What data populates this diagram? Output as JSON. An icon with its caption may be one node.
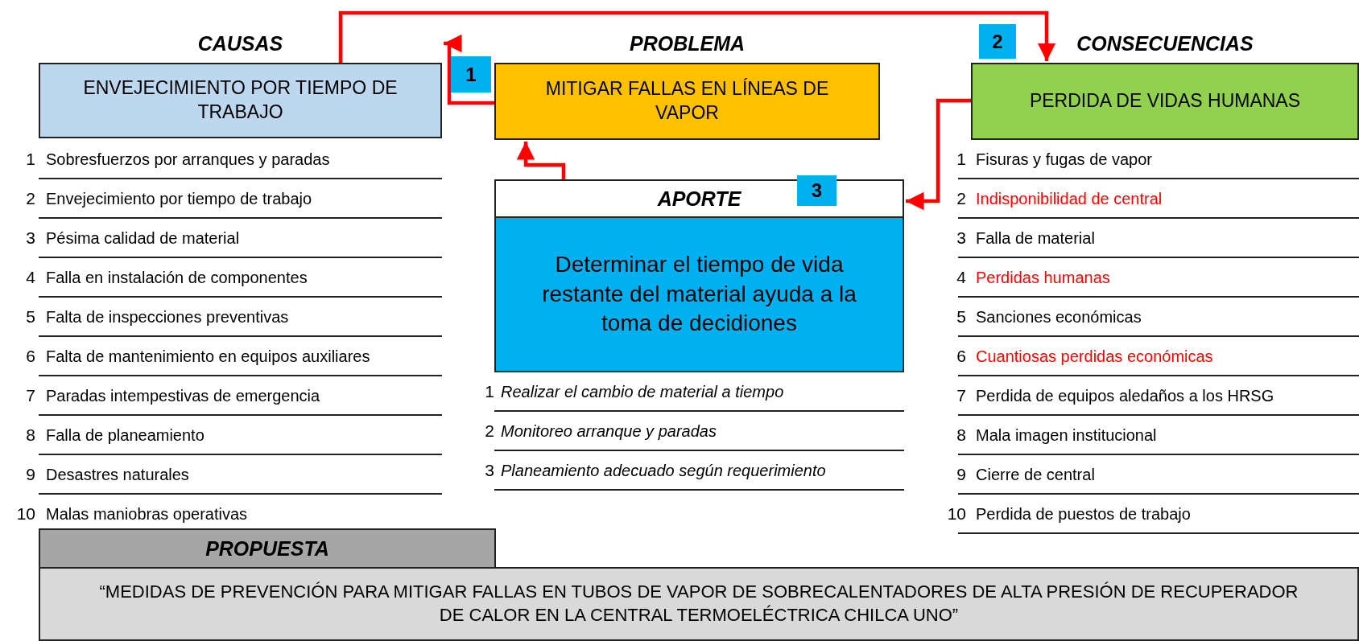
{
  "diagram": {
    "nodes": [
      {
        "text": [
          "CAUSAS",
          "ENVEJECIMIENTO POR TIEMPO DE TRABAJO"
        ]
      },
      {
        "text": [
          "PROBLEMA",
          "MITIGAR FALLAS EN LÍNEAS DE VAPOR"
        ]
      },
      {
        "text": [
          "CONSECUENCIAS",
          "PERDIDA DE VIDAS HUMANAS"
        ]
      },
      {
        "text": [
          "APORTE",
          "Determinar el tiempo de vida restante del material ayuda a la toma de decidiones"
        ]
      },
      {
        "text": [
          "PROPUESTA",
          "“MEDIDAS DE PREVENCIÓN PARA MITIGAR FALLAS EN TUBOS DE VAPOR DE SOBRECALENTADORES DE ALTA PRESIÓN DE RECUPERADOR DE CALOR EN LA CENTRAL TERMOELÉCTRICA CHILCA UNO”"
        ]
      }
    ],
    "edges": [
      {
        "from": 1,
        "to": 0,
        "arrow": "to",
        "color": "#ff0000"
      },
      {
        "from": 0,
        "to": 2,
        "arrow": "to",
        "color": "#ff0000"
      },
      {
        "from": 2,
        "to": 3,
        "arrow": "to",
        "color": "#ff0000"
      },
      {
        "from": 3,
        "to": 1,
        "arrow": "to",
        "color": "#ff0000"
      }
    ],
    "labels": [
      "2",
      "1",
      "3",
      "1",
      "Sobresfuerzos por arranques y paradas",
      "2",
      "Envejecimiento por tiempo de trabajo",
      "3",
      "Pésima calidad de material",
      "4",
      "Falla en instalación de componentes",
      "5",
      "Falta de inspecciones preventivas",
      "6",
      "Falta de mantenimiento en equipos auxiliares",
      "7",
      "Paradas intempestivas de emergencia",
      "8",
      "Falla de planeamiento",
      "9",
      "Desastres naturales",
      "10",
      "Malas maniobras operativas",
      "1",
      "Realizar el cambio de material a tiempo",
      "2",
      "Monitoreo arranque y paradas",
      "3",
      "Planeamiento adecuado según requerimiento",
      "1",
      "Fisuras y fugas de vapor",
      "2",
      "Indisponibilidad de central",
      "3",
      "Falla de material",
      "4",
      "Perdidas humanas",
      "5",
      "Sanciones económicas",
      "6",
      "Cuantiosas perdidas económicas",
      "7",
      "Perdida de equipos aledaños a los HRSG",
      "8",
      "Mala imagen institucional",
      "9",
      "Cierre de central",
      "10",
      "Perdida de puestos de trabajo"
    ]
  }
}
